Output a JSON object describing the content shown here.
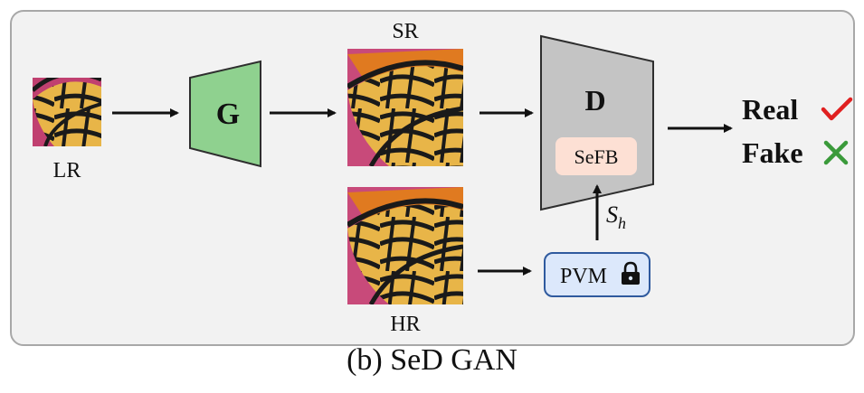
{
  "labels": {
    "lr": "LR",
    "sr": "SR",
    "hr": "HR",
    "generator": "G",
    "discriminator": "D",
    "sefb": "SeFB",
    "pvm": "PVM",
    "s_main": "S",
    "s_sub": "h",
    "real": "Real",
    "fake": "Fake"
  },
  "caption": "(b) SeD GAN",
  "colors": {
    "panel_bg": "#f2f2f2",
    "panel_border": "#a8a8a8",
    "generator_fill": "#8fd18f",
    "generator_stroke": "#2e2e2e",
    "discriminator_fill": "#c4c4c4",
    "sefb_fill": "#fde0d4",
    "pvm_fill": "#dce8fb",
    "pvm_stroke": "#2f5a9e",
    "check": "#e02020",
    "cross": "#3a9a3a"
  },
  "icons": {
    "lock": "lock-icon",
    "check": "check-icon",
    "cross": "cross-icon",
    "images": "butterfly-image"
  }
}
